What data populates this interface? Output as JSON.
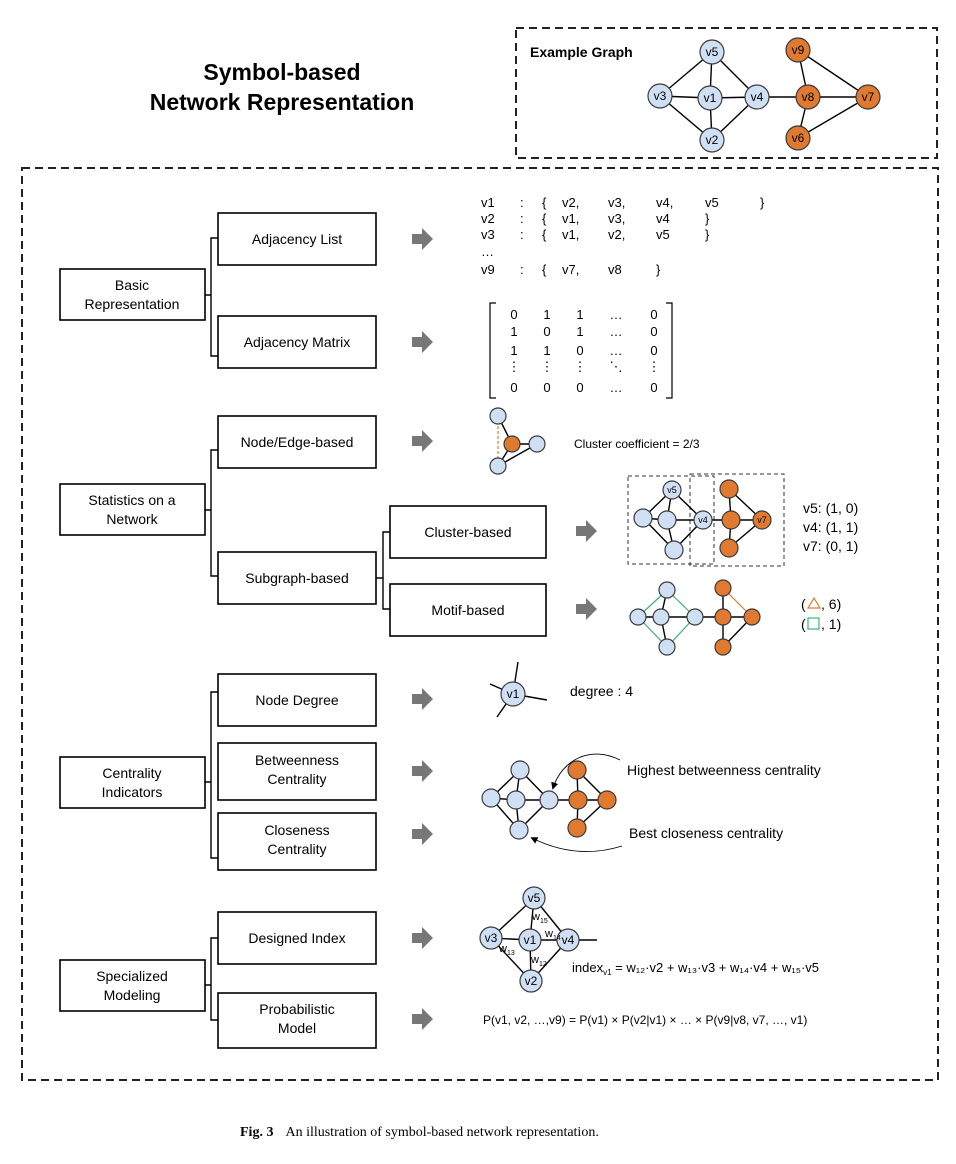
{
  "title": {
    "line1": "Symbol-based",
    "line2": "Network Representation"
  },
  "example_graph": {
    "label": "Example Graph",
    "nodes": {
      "v1": "v1",
      "v2": "v2",
      "v3": "v3",
      "v4": "v4",
      "v5": "v5",
      "v6": "v6",
      "v7": "v7",
      "v8": "v8",
      "v9": "v9"
    }
  },
  "categories": {
    "basic": [
      "Basic",
      "Representation"
    ],
    "statistics": [
      "Statistics on a",
      "Network"
    ],
    "centrality": [
      "Centrality",
      "Indicators"
    ],
    "specialized": [
      "Specialized",
      "Modeling"
    ]
  },
  "methods": {
    "adjacency_list": "Adjacency List",
    "adjacency_matrix": "Adjacency Matrix",
    "node_edge": "Node/Edge-based",
    "subgraph": "Subgraph-based",
    "cluster": "Cluster-based",
    "motif": "Motif-based",
    "node_degree": "Node Degree",
    "betweenness": [
      "Betweenness",
      "Centrality"
    ],
    "closeness": [
      "Closeness",
      "Centrality"
    ],
    "designed_index": "Designed Index",
    "probabilistic": [
      "Probabilistic",
      "Model"
    ]
  },
  "adjacency_list_rows": [
    [
      "v1",
      ":",
      "{",
      "v2,",
      "v3,",
      "v4,",
      "v5",
      "}"
    ],
    [
      "v2",
      ":",
      "{",
      "v1,",
      "v3,",
      "v4",
      "}",
      ""
    ],
    [
      "v3",
      ":",
      "{",
      "v1,",
      "v2,",
      "v5",
      "}",
      ""
    ],
    [
      "…",
      "",
      "",
      "",
      "",
      "",
      "",
      ""
    ],
    [
      "v9",
      ":",
      "{",
      "v7,",
      "v8",
      "}",
      "",
      ""
    ]
  ],
  "adjacency_matrix_rows": [
    [
      "0",
      "1",
      "1",
      "…",
      "0"
    ],
    [
      "1",
      "0",
      "1",
      "…",
      "0"
    ],
    [
      "1",
      "1",
      "0",
      "…",
      "0"
    ],
    [
      "⋮",
      "⋮",
      "⋮",
      "⋱",
      "⋮"
    ],
    [
      "0",
      "0",
      "0",
      "…",
      "0"
    ]
  ],
  "cluster_coefficient": "Cluster coefficient = 2/3",
  "cluster_values": [
    "v5: (1, 0)",
    "v4: (1, 1)",
    "v7: (0, 1)"
  ],
  "motif_values": {
    "triangle_count": ", 6)",
    "square_count": ", 1)",
    "open_paren": "("
  },
  "degree_label": "degree : 4",
  "betweenness_label": "Highest betweenness centrality",
  "closeness_label": "Best closeness centrality",
  "index_weights": {
    "w15": "w",
    "w15_sub": "15",
    "w14": "w",
    "w14_sub": "14",
    "w13": "w",
    "w13_sub": "13",
    "w12": "w",
    "w12_sub": "12"
  },
  "index_formula": {
    "lhs": "index",
    "lhs_sub": "v1",
    "rhs": " = w₁₂·v2 + w₁₃·v3 + w₁₄·v4 + w₁₅·v5"
  },
  "probabilistic_formula": "P(v1, v2, …,v9) = P(v1) × P(v2|v1) × … × P(v9|v8, v7, …, v1)",
  "caption": {
    "label": "Fig. 3",
    "text": "An illustration of symbol-based network representation."
  },
  "colors": {
    "blue_node": "#cfe0f5",
    "orange_node": "#e07a30",
    "arrow": "#777777"
  }
}
